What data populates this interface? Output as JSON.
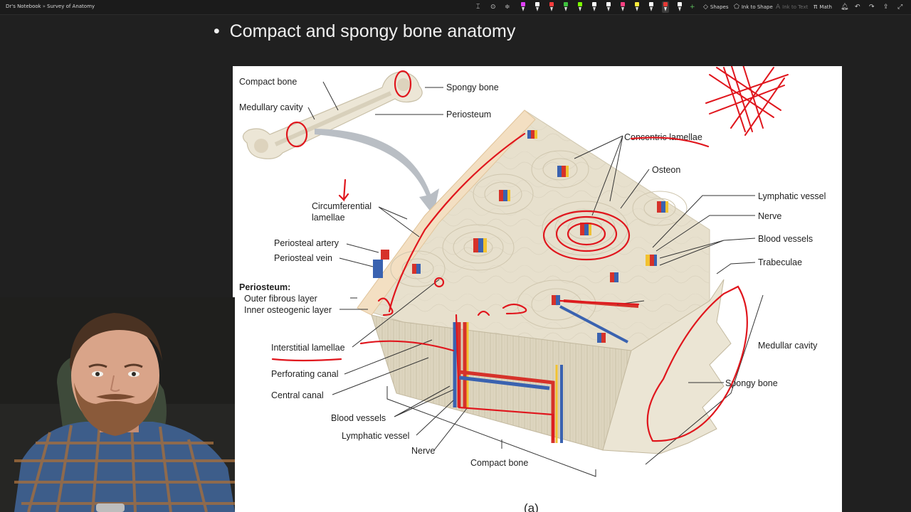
{
  "toolbar": {
    "breadcrumb": [
      "Dr's Notebook",
      "Survey of Anatomy"
    ],
    "breadcrumb_separator": "»",
    "shapes_label": "Shapes",
    "ink_to_shape_label": "Ink to Shape",
    "ink_to_text_label": "Ink to Text",
    "math_label": "Math",
    "pen_colors": [
      "#e040fb",
      "#ffffff",
      "#ff3b3b",
      "#3ec13e",
      "#7cff00",
      "#ffffff",
      "#ffffff",
      "#ff4081",
      "#ffeb3b",
      "#ffffff",
      "#e53935",
      "#ffffff"
    ]
  },
  "slide": {
    "bullet": "•",
    "title": "Compact and spongy bone anatomy"
  },
  "figure": {
    "labels": {
      "compact_bone_top": "Compact bone",
      "spongy_bone_top": "Spongy bone",
      "medullary_cavity_top": "Medullary cavity",
      "periosteum": "Periosteum",
      "concentric_lamellae": "Concentric lamellae",
      "osteon": "Osteon",
      "lymphatic_vessel_right": "Lymphatic vessel",
      "nerve_right": "Nerve",
      "blood_vessels_right": "Blood vessels",
      "trabeculae": "Trabeculae",
      "circumferential_lamellae_1": "Circumferential",
      "circumferential_lamellae_2": "lamellae",
      "periosteal_artery": "Periosteal artery",
      "periosteal_vein": "Periosteal vein",
      "periosteum_heading": "Periosteum:",
      "outer_fibrous_layer": "Outer fibrous layer",
      "inner_osteogenic_layer": "Inner osteogenic layer",
      "interstitial_lamellae": "Interstitial lamellae",
      "perforating_canal": "Perforating canal",
      "central_canal": "Central canal",
      "blood_vessels_bottom": "Blood vessels",
      "lymphatic_vessel_bottom": "Lymphatic vessel",
      "nerve_bottom": "Nerve",
      "compact_bone_bottom": "Compact bone",
      "medullar_cavity": "Medullar cavity",
      "spongy_bone_right": "Spongy bone",
      "caption": "(a)"
    },
    "colors": {
      "bone": "#ece6d6",
      "bone_dark": "#cfc6ae",
      "artery": "#d6322a",
      "vein": "#3a62b0",
      "nerve": "#f2c230",
      "ink": "#e0161d"
    }
  }
}
